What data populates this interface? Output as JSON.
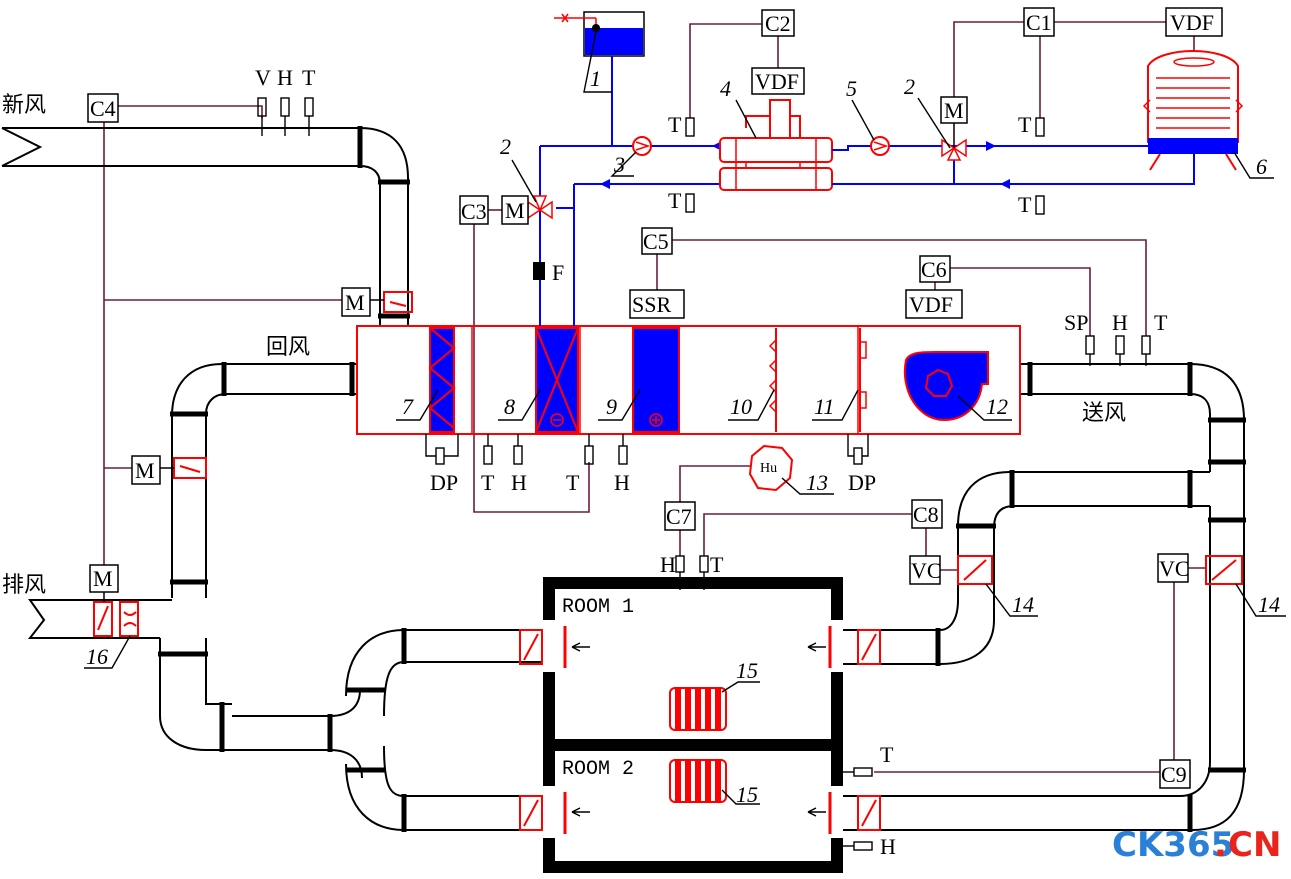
{
  "labels": {
    "fresh_air": "新风",
    "return_air": "回风",
    "exhaust_air": "排风",
    "supply_air": "送风",
    "room1": "ROOM 1",
    "room2": "ROOM 2",
    "watermark_main": "CK365",
    "watermark_dot": ".",
    "watermark_cn": "CN"
  },
  "controllers": {
    "c1": "C1",
    "c2": "C2",
    "c3": "C3",
    "c4": "C4",
    "c5": "C5",
    "c6": "C6",
    "c7": "C7",
    "c8": "C8",
    "c9": "C9"
  },
  "devices": {
    "vdf": "VDF",
    "ssr": "SSR",
    "m": "M",
    "vc": "VC",
    "hu": "Hu",
    "f": "F"
  },
  "sensors": {
    "v": "V",
    "h": "H",
    "t": "T",
    "dp": "DP",
    "sp": "SP"
  },
  "numbers": {
    "n1": "1",
    "n2": "2",
    "n3": "3",
    "n4": "4",
    "n5": "5",
    "n6": "6",
    "n7": "7",
    "n8": "8",
    "n9": "9",
    "n10": "10",
    "n11": "11",
    "n12": "12",
    "n13": "13",
    "n14": "14",
    "n15": "15",
    "n16": "16"
  },
  "colors": {
    "pipe": "#0000ff",
    "equipment": "#ff0000",
    "control_wire": "#6b1e3c",
    "watermark_blue": "#2a7fd6",
    "watermark_red": "#e8241c"
  }
}
